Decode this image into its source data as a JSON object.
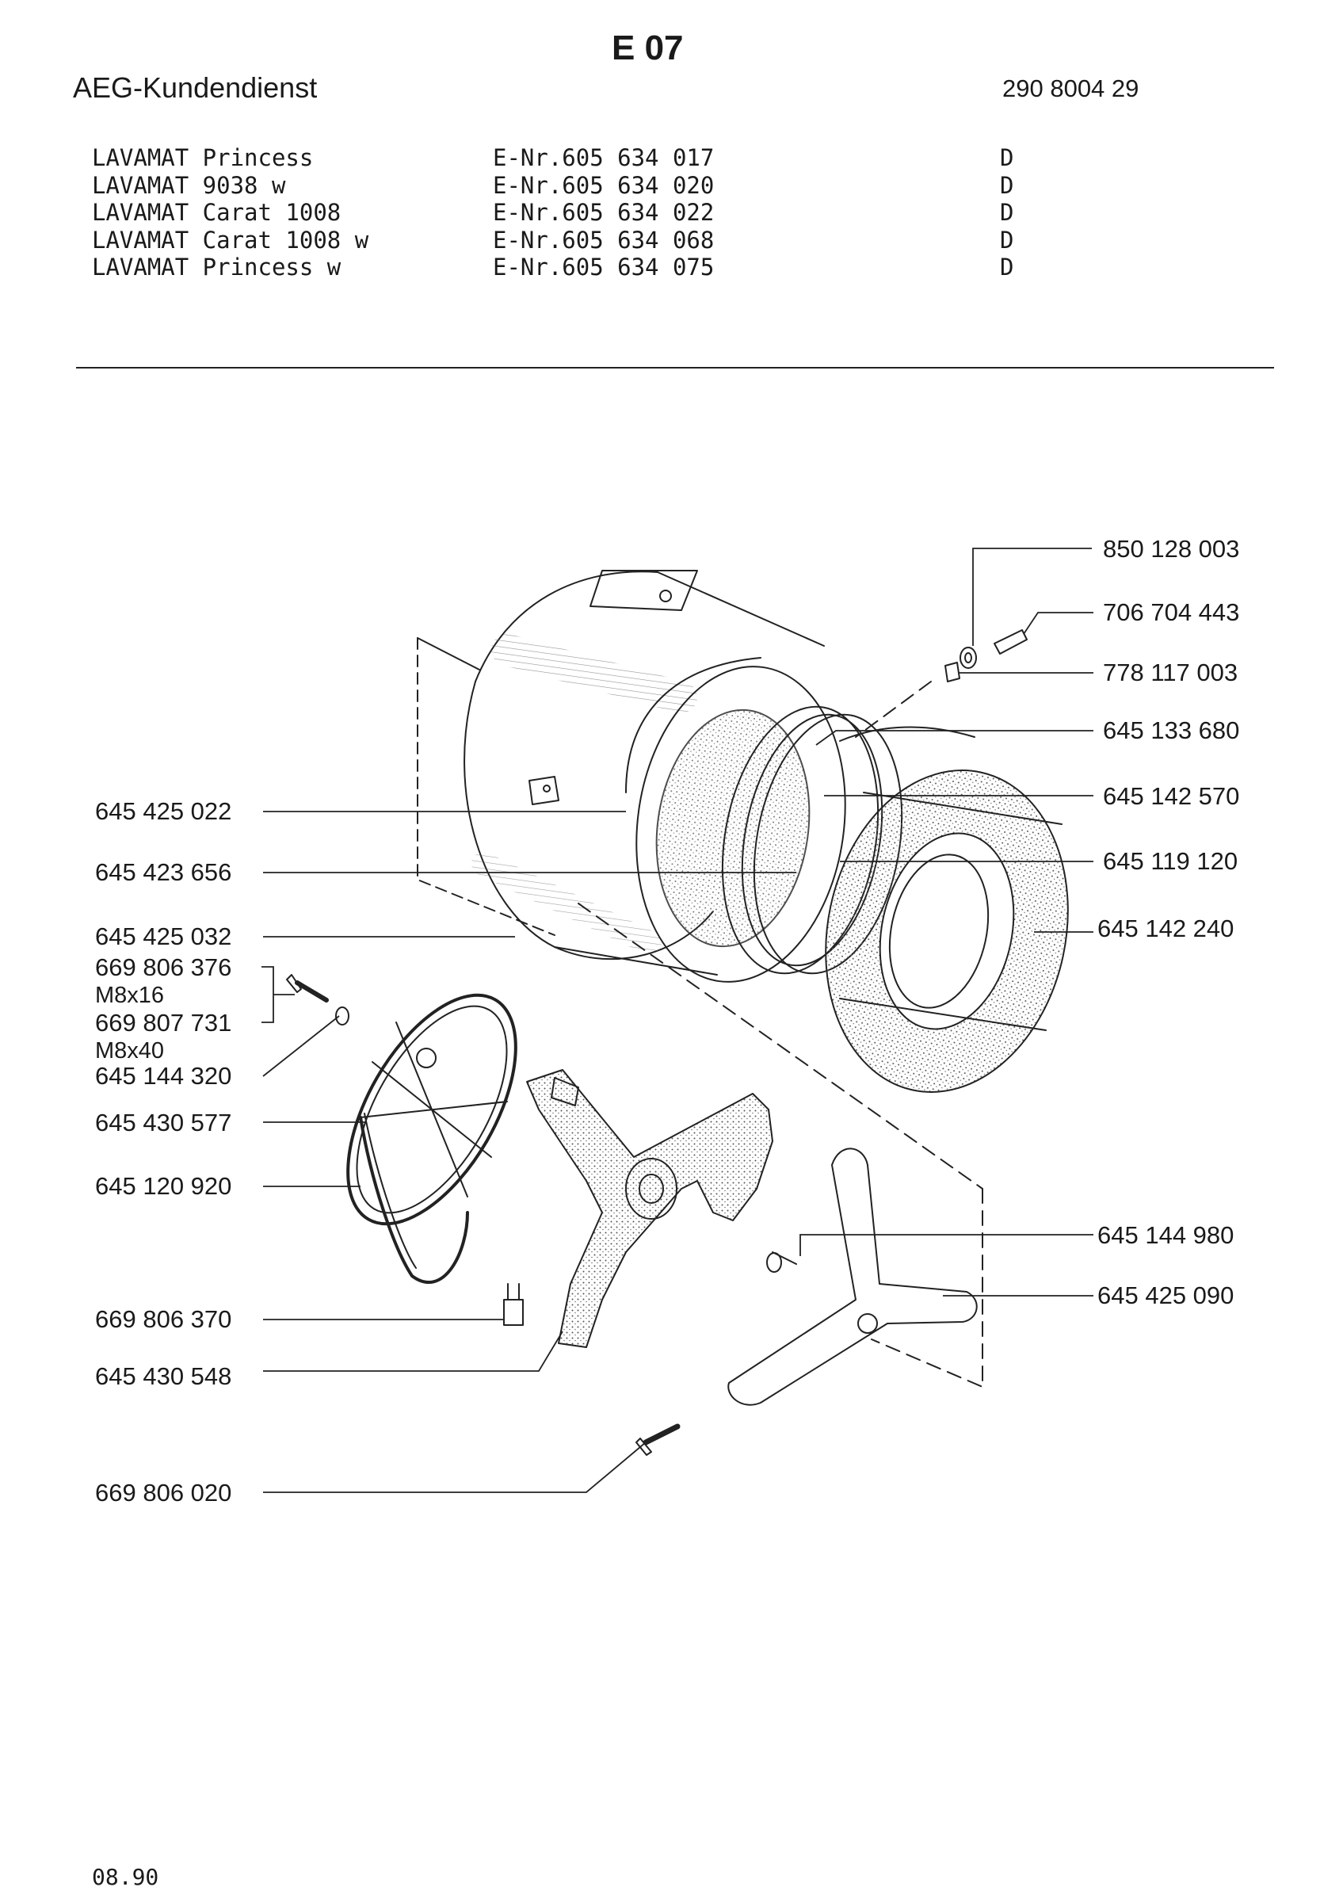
{
  "header": {
    "brand": "AEG-Kundendienst",
    "sheet_code": "E 07",
    "document_number": "290 8004 29"
  },
  "models": [
    {
      "name": "LAVAMAT Princess",
      "enr": "E-Nr.605 634 017",
      "country": "D"
    },
    {
      "name": "LAVAMAT 9038 w",
      "enr": "E-Nr.605 634 020",
      "country": "D"
    },
    {
      "name": "LAVAMAT Carat 1008",
      "enr": "E-Nr.605 634 022",
      "country": "D"
    },
    {
      "name": "LAVAMAT Carat 1008 w",
      "enr": "E-Nr.605 634 068",
      "country": "D"
    },
    {
      "name": "LAVAMAT Princess w",
      "enr": "E-Nr.605 634 075",
      "country": "D"
    }
  ],
  "parts": {
    "right": [
      "850 128 003",
      "706 704 443",
      "778 117 003",
      "645 133 680",
      "645 142 570",
      "645 119 120",
      "645 142 240",
      "645 144 980",
      "645 425 090"
    ],
    "left": [
      "645 425 022",
      "645 423 656",
      "645 425 032",
      "669 806 376",
      "669 807 731",
      "645 144 320",
      "645 430 577",
      "645 120 920",
      "669 806 370",
      "645 430 548",
      "669 806 020"
    ],
    "sizes": [
      "M8x16",
      "M8x40"
    ]
  },
  "footer": {
    "date": "08.90"
  }
}
